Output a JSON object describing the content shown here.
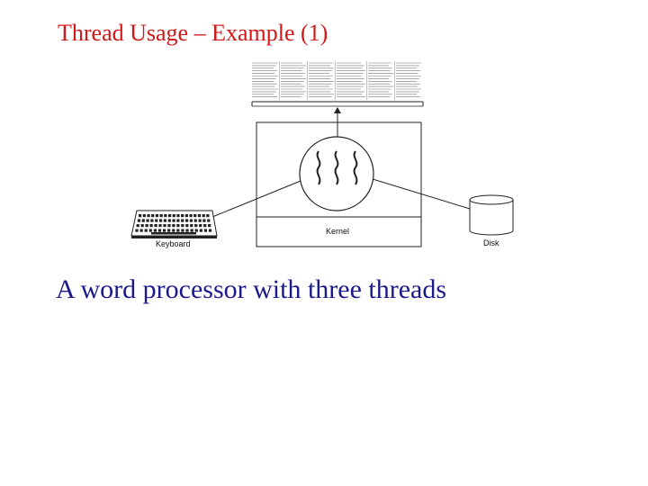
{
  "title": "Thread Usage – Example (1)",
  "caption": "A word processor with three threads",
  "figure": {
    "kernel_label": "Kernel",
    "keyboard_label": "Keyboard",
    "disk_label": "Disk"
  },
  "colors": {
    "title": "#d01818",
    "caption": "#1a1a8c"
  }
}
